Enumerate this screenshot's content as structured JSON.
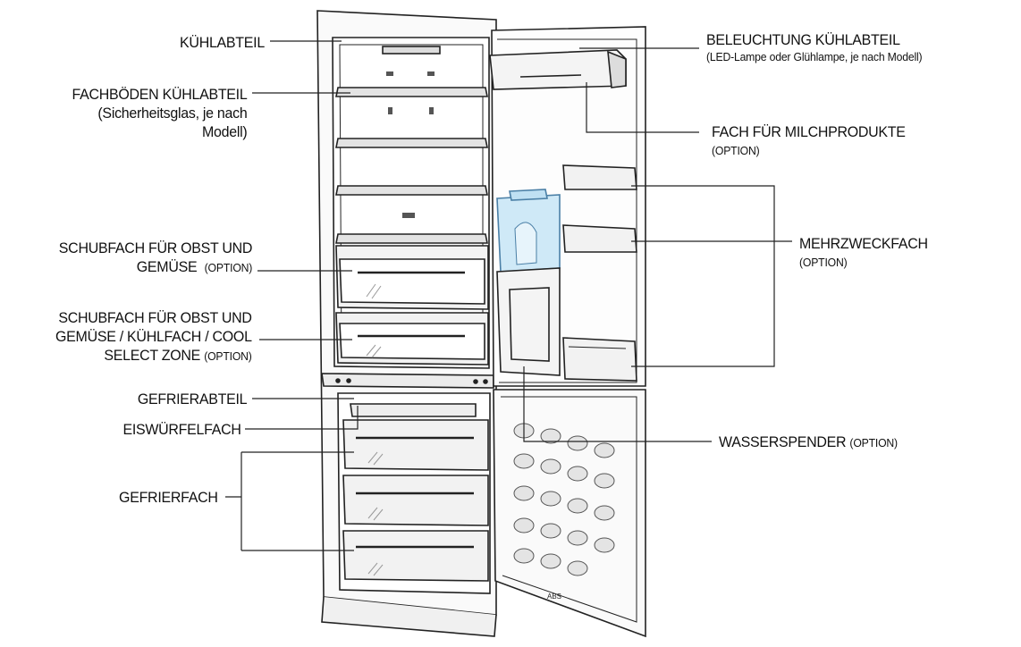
{
  "labels": {
    "kuehlabteil": "KÜHLABTEIL",
    "fachboeden": "FACHBÖDEN KÜHLABTEIL",
    "fachboeden_sub1": "(Sicherheitsglas, je nach",
    "fachboeden_sub2": "Modell)",
    "schubfach1_line1": "SCHUBFACH FÜR OBST UND",
    "schubfach1_line2": "GEMÜSE",
    "schubfach1_option": "(OPTION)",
    "schubfach2_line1": "SCHUBFACH FÜR OBST UND",
    "schubfach2_line2": "GEMÜSE / KÜHLFACH / COOL",
    "schubfach2_line3": "SELECT ZONE",
    "schubfach2_option": "(OPTION)",
    "gefrierabteil": "GEFRIERABTEIL",
    "eiswuerfelfach": "EISWÜRFELFACH",
    "gefrierfach": "GEFRIERFACH",
    "beleuchtung": "BELEUCHTUNG KÜHLABTEIL",
    "beleuchtung_sub": "(LED-Lampe oder Glühlampe, je nach Modell)",
    "milch": "FACH FÜR MILCHPRODUKTE",
    "milch_option": "(OPTION)",
    "mehrzweck": "MEHRZWECKFACH",
    "mehrzweck_option": "(OPTION)",
    "wasser": "WASSERSPENDER",
    "wasser_option": "(OPTION)",
    "door_mark": "ABS"
  },
  "colors": {
    "stroke": "#222222",
    "glass": "#e8e8e8",
    "tank": "#cfe9f7",
    "tank_stroke": "#4a7fa6"
  }
}
